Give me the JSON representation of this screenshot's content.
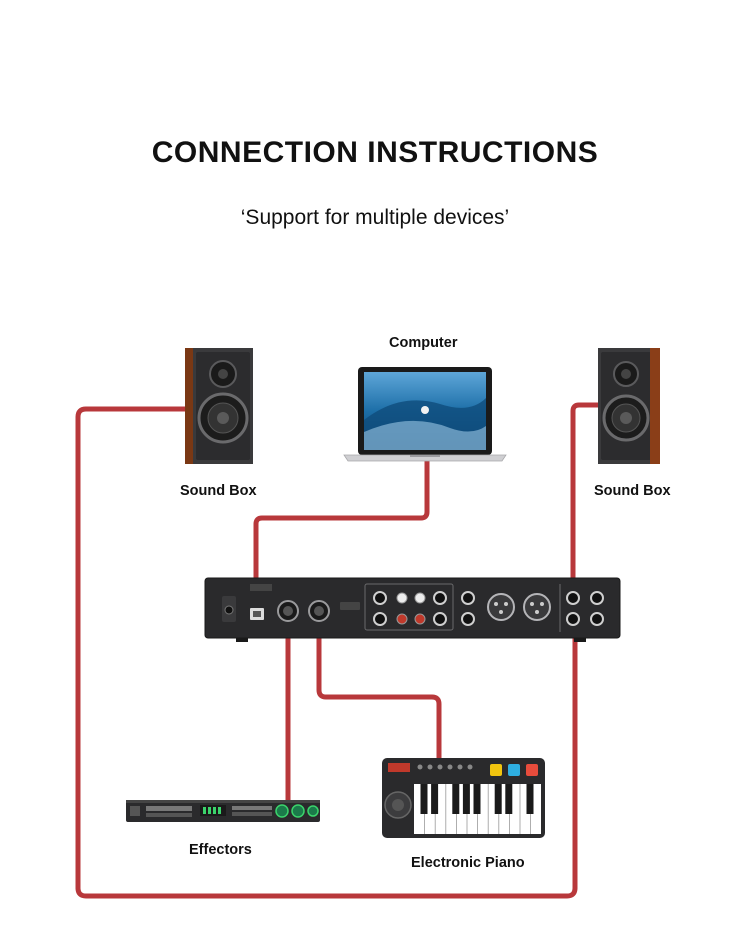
{
  "title": "CONNECTION INSTRUCTIONS",
  "subtitle": "‘Support for multiple devices’",
  "devices": {
    "computer": "Computer",
    "sound_box_left": "Sound Box",
    "sound_box_right": "Sound Box",
    "effectors": "Effectors",
    "electronic_piano": "Electronic Piano"
  },
  "colors": {
    "cable": "#b8383b",
    "device_dark": "#2a2a2c",
    "speaker_wood": "#9c4a1e"
  }
}
